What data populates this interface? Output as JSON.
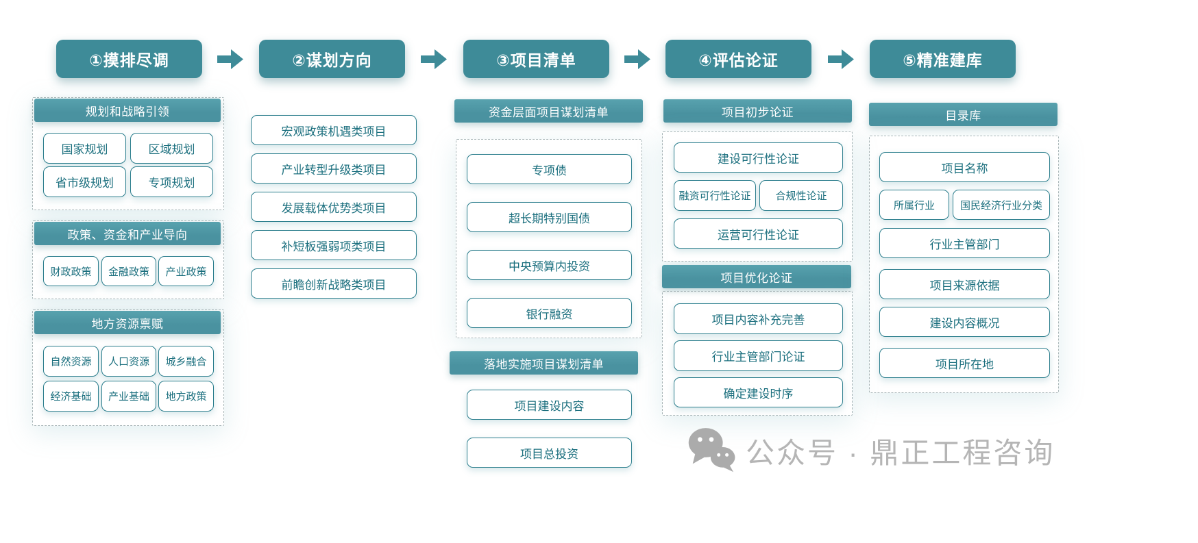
{
  "colors": {
    "teal": "#3e8b98",
    "bar": "#4a92a0",
    "border": "#2a7d8c",
    "text": "#1b6f7e",
    "dash": "#a9b6b8",
    "watermark": "#b5b5b5"
  },
  "steps": [
    "①摸排尽调",
    "②谋划方向",
    "③项目清单",
    "④评估论证",
    "⑤精准建库"
  ],
  "col1": {
    "groups": [
      {
        "title": "规划和战略引领",
        "items": [
          "国家规划",
          "区域规划",
          "省市级规划",
          "专项规划"
        ]
      },
      {
        "title": "政策、资金和产业导向",
        "items": [
          "财政政策",
          "金融政策",
          "产业政策"
        ]
      },
      {
        "title": "地方资源禀赋",
        "items": [
          "自然资源",
          "人口资源",
          "城乡融合",
          "经济基础",
          "产业基础",
          "地方政策"
        ]
      }
    ]
  },
  "col2": {
    "items": [
      "宏观政策机遇类项目",
      "产业转型升级类项目",
      "发展载体优势类项目",
      "补短板强弱项类项目",
      "前瞻创新战略类项目"
    ]
  },
  "col3": {
    "sections": [
      {
        "title": "资金层面项目谋划清单",
        "items": [
          "专项债",
          "超长期特别国债",
          "中央预算内投资",
          "银行融资"
        ]
      },
      {
        "title": "落地实施项目谋划清单",
        "items": [
          "项目建设内容",
          "项目总投资"
        ]
      }
    ]
  },
  "col4": {
    "sections": [
      {
        "title": "项目初步论证",
        "items": [
          "建设可行性论证",
          "融资可行性论证",
          "合规性论证",
          "运营可行性论证"
        ]
      },
      {
        "title": "项目优化论证",
        "items": [
          "项目内容补充完善",
          "行业主管部门论证",
          "确定建设时序"
        ]
      }
    ]
  },
  "col5": {
    "title": "目录库",
    "items": [
      "项目名称",
      "所属行业",
      "国民经济行业分类",
      "行业主管部门",
      "项目来源依据",
      "建设内容概况",
      "项目所在地"
    ]
  },
  "watermark": {
    "icon": "wechat-icon",
    "text": "公众号 · 鼎正工程咨询"
  }
}
